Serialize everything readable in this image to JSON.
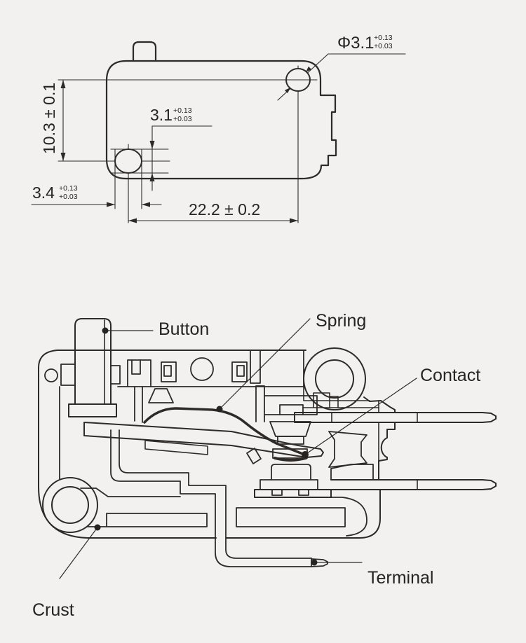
{
  "background_color": "#f2f1ef",
  "line_color": "#2e2a28",
  "top_drawing": {
    "title": "switch body dimension drawing",
    "dim_hole_diameter": "Φ3.1",
    "dim_hole_diameter_tol_upper": "+0.13",
    "dim_hole_diameter_tol_lower": "+0.03",
    "dim_body_height": "10.3 ± 0.1",
    "dim_hole_height": "3.1",
    "dim_hole_height_tol_upper": "+0.13",
    "dim_hole_height_tol_lower": "+0.03",
    "dim_hole_width": "3.4",
    "dim_hole_width_tol_upper": "+0.13",
    "dim_hole_width_tol_lower": "+0.03",
    "dim_hole_spacing": "22.2 ± 0.2"
  },
  "bottom_drawing": {
    "title": "micro switch cross-section",
    "labels": {
      "button": "Button",
      "spring": "Spring",
      "contact": "Contact",
      "terminal": "Terminal",
      "crust": "Crust"
    }
  }
}
